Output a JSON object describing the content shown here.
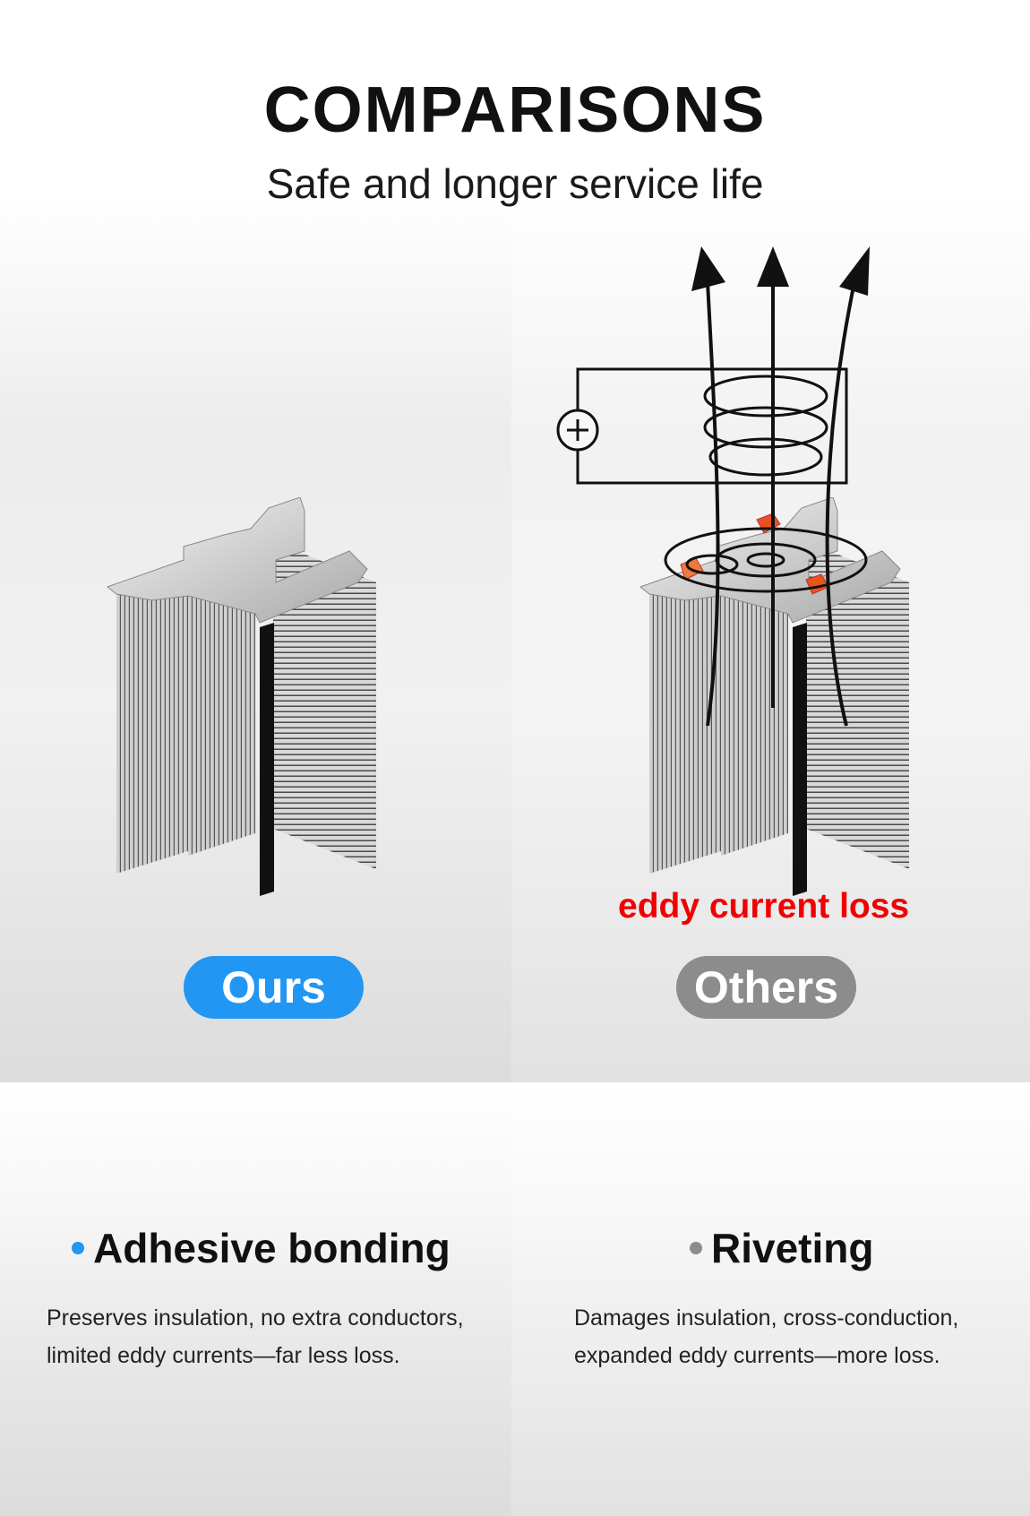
{
  "header": {
    "title": "COMPARISONS",
    "subtitle": "Safe and longer service life"
  },
  "left": {
    "badge": "Ours",
    "badge_color": "#2196f3",
    "method": "Adhesive bonding",
    "dot_color": "#2196f3",
    "description_lines": [
      "Preserves insulation, no extra conductors,",
      "limited eddy currents—far less loss."
    ]
  },
  "right": {
    "badge": "Others",
    "badge_color": "#8c8c8c",
    "annotation": "eddy current loss",
    "annotation_color": "#f00000",
    "method": "Riveting",
    "dot_color": "#8c8c8c",
    "description_lines": [
      "Damages insulation, cross-conduction,",
      "expanded eddy currents—more loss."
    ]
  },
  "icons": [
    "laminated-core-icon",
    "riveted-core-icon",
    "battery-symbol-icon",
    "magnetic-field-arrows-icon"
  ]
}
